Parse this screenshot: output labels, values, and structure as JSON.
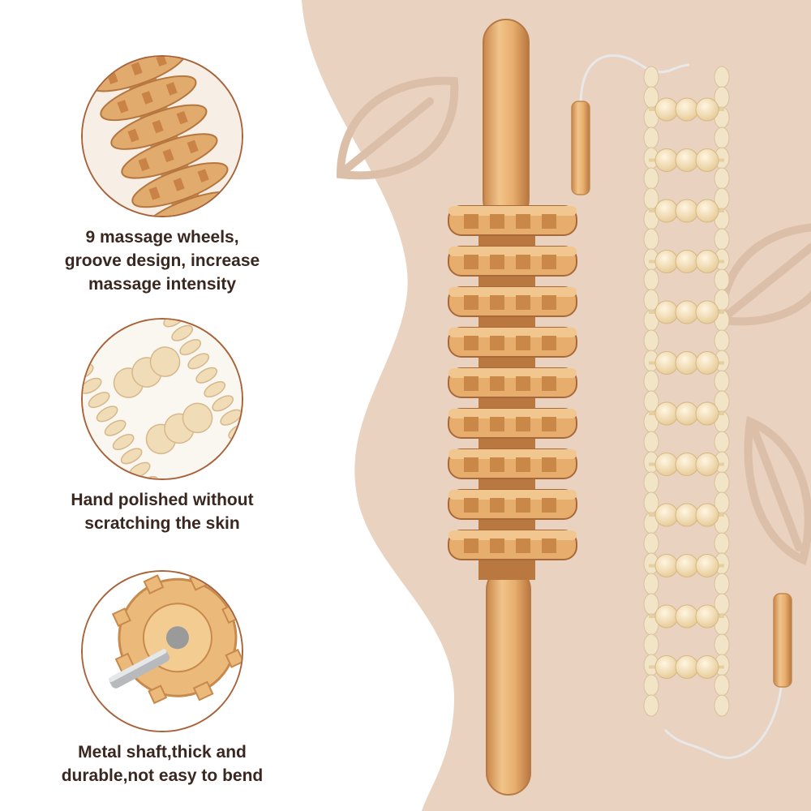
{
  "features": [
    {
      "icon": "wheels-closeup-icon",
      "lines": [
        "9 massage wheels,",
        "groove design, increase",
        "massage intensity"
      ]
    },
    {
      "icon": "beads-closeup-icon",
      "lines": [
        "Hand polished without",
        "scratching the skin"
      ]
    },
    {
      "icon": "shaft-closeup-icon",
      "lines": [
        "Metal shaft,thick and",
        "durable,not easy to bend"
      ]
    }
  ],
  "colors": {
    "background_beige": "#e9d2c0",
    "circle_border": "#a9633a",
    "caption_text": "#3a2720",
    "wood": "#e0a86a",
    "bead": "#f1dcb4"
  }
}
